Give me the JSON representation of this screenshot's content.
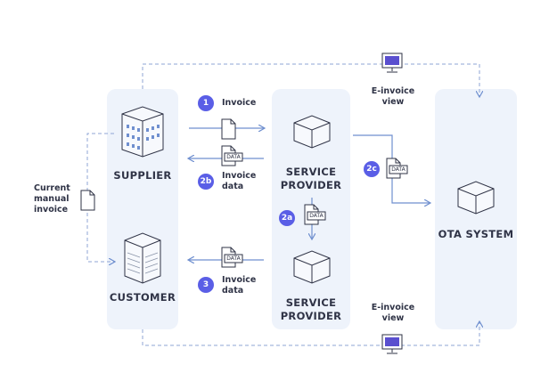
{
  "nodes": {
    "supplier": "SUPPLIER",
    "customer": "CUSTOMER",
    "service_provider_top": [
      "SERVICE",
      "PROVIDER"
    ],
    "service_provider_bottom": [
      "SERVICE",
      "PROVIDER"
    ],
    "ota_system": "OTA SYSTEM"
  },
  "labels": {
    "current_manual_invoice": [
      "Current",
      "manual",
      "invoice"
    ],
    "invoice": "Invoice",
    "invoice_data_2b": [
      "Invoice",
      "data"
    ],
    "invoice_data_3": [
      "Invoice",
      "data"
    ],
    "einvoice_view_top": [
      "E-invoice",
      "view"
    ],
    "einvoice_view_bottom": [
      "E-invoice",
      "view"
    ],
    "data_tag": "DATA"
  },
  "badges": {
    "b1": "1",
    "b2a": "2a",
    "b2b": "2b",
    "b2c": "2c",
    "b3": "3"
  },
  "colors": {
    "panel": "#eef3fb",
    "arrow": "#6f8fcf",
    "badge": "#5a5ee6",
    "text": "#2f3346",
    "monitor_screen": "#5a4fcf",
    "dashed": "#8fa6d6"
  }
}
